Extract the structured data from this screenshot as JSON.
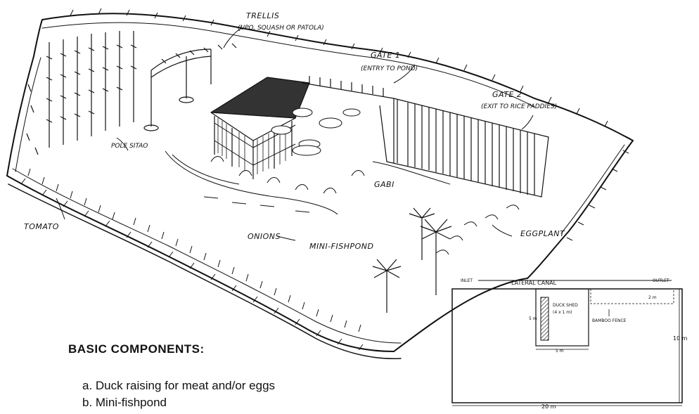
{
  "labels": {
    "trellis": "TRELLIS",
    "trellis_note": "(UPO, SQUASH OR PATOLA)",
    "gate1": "GATE 1",
    "gate1_note": "(ENTRY TO POND)",
    "gate2": "GATE 2",
    "gate2_note": "(EXIT TO RICE PADDIES)",
    "pole_sitao": "POLE SITAO",
    "gabi": "GABI",
    "tomato": "TOMATO",
    "onions": "ONIONS",
    "mini_fishpond": "MINI-FISHPOND",
    "eggplant": "EGGPLANT"
  },
  "plan": {
    "lateral_canal": "LATERAL CANAL",
    "inlet": "INLET",
    "outlet": "OUTLET",
    "shed": "DUCK SHED",
    "shed_size": "(4 x 1 m)",
    "fence": "BAMBOO FENCE",
    "dim_5m_side": "5 m",
    "dim_5m_bottom": "5 m",
    "dim_2m": "2 m",
    "dim_10m": "10 m",
    "dim_20m": "20 m"
  },
  "components": {
    "heading": "BASIC COMPONENTS:",
    "items": [
      "a.  Duck raising for meat and/or eggs",
      "b.  Mini-fishpond"
    ]
  }
}
